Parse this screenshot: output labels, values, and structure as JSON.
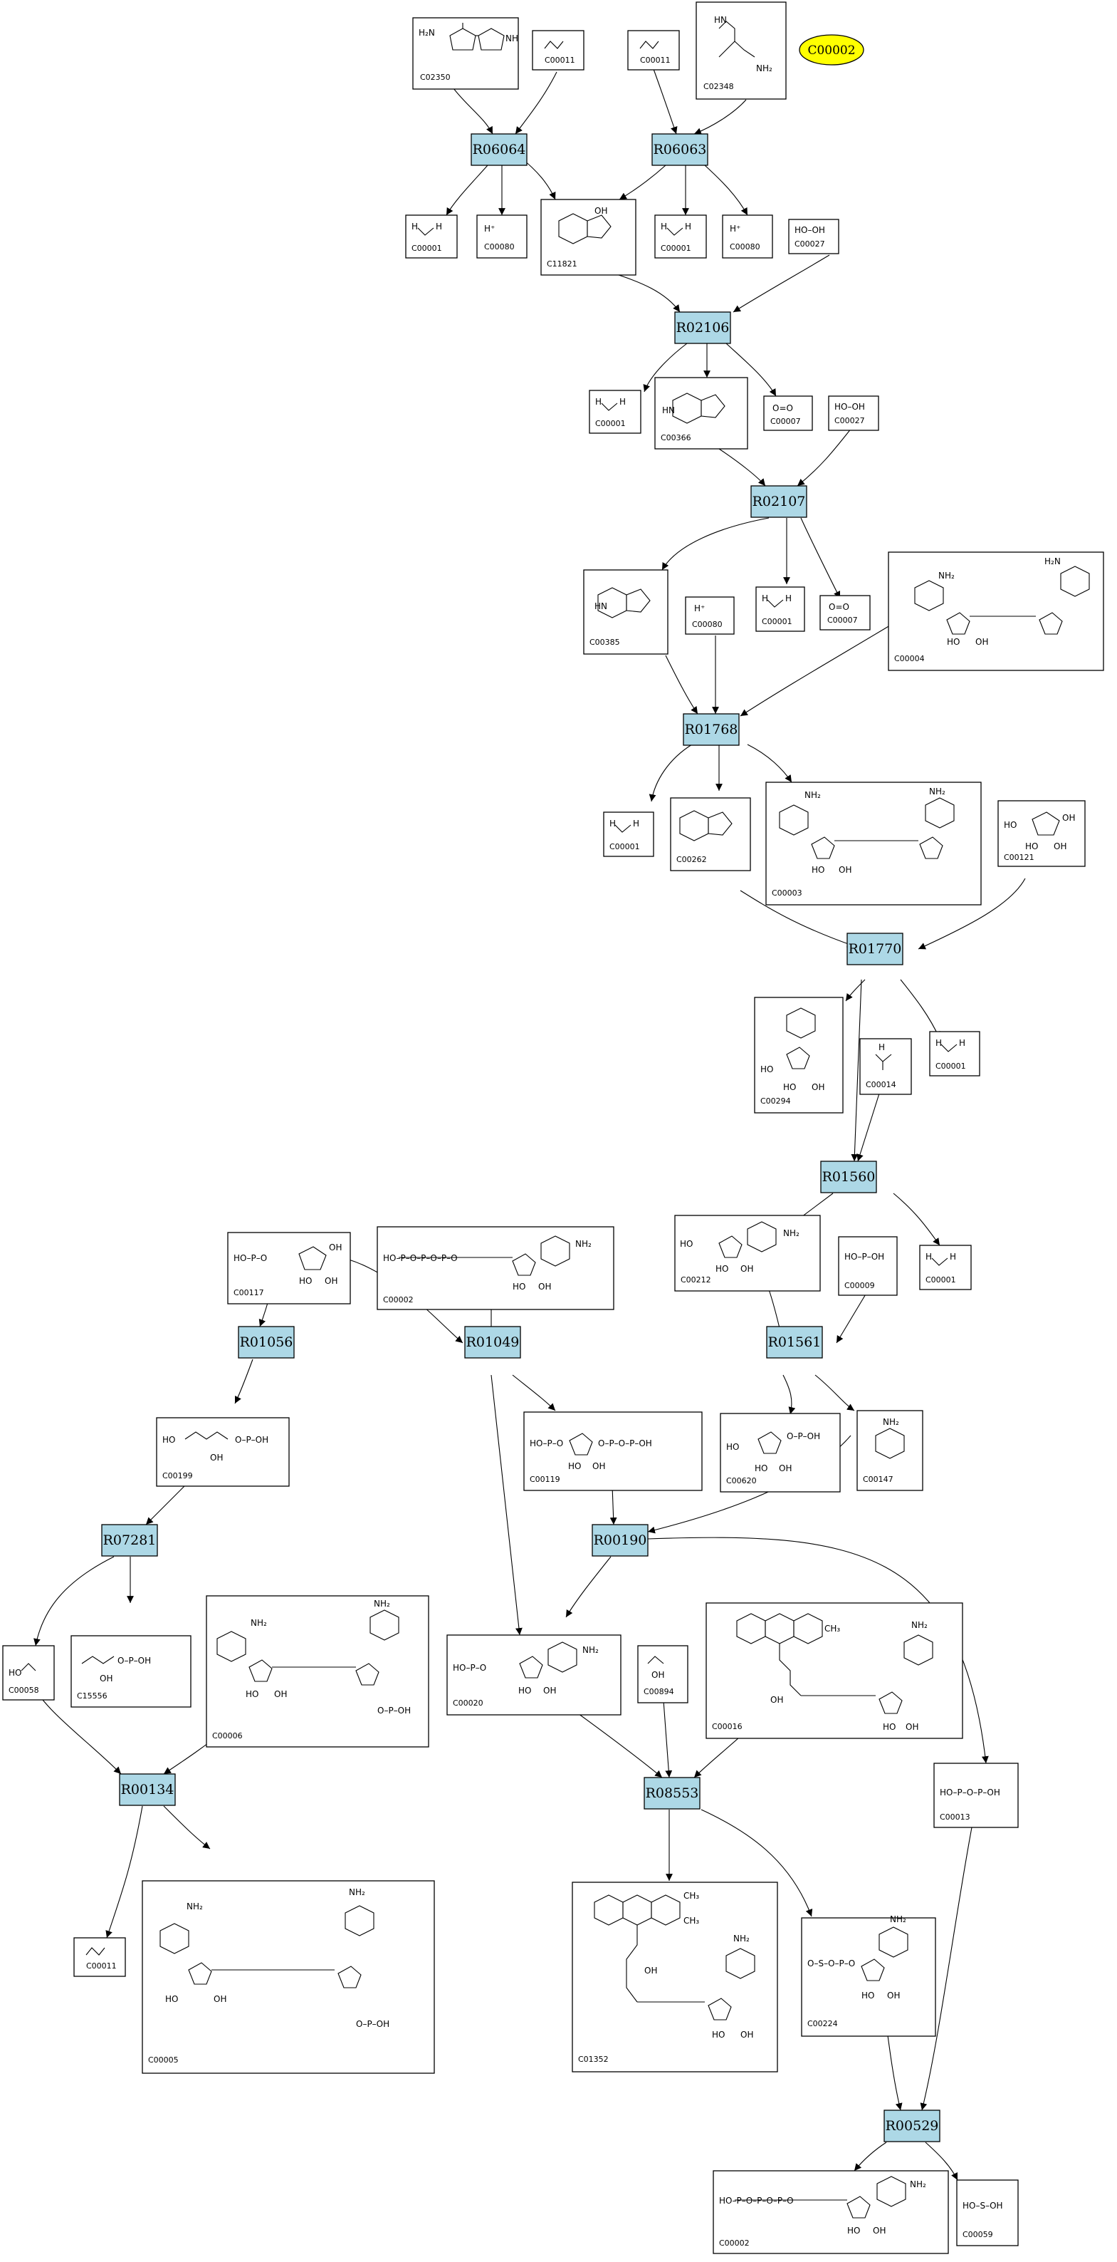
{
  "diagram": {
    "hub": {
      "id": "C00002",
      "color": "#ffff00"
    },
    "colors": {
      "reaction_fill": "#add8e6",
      "compound_fill": "#ffffff",
      "stroke": "#000000"
    },
    "reactions": [
      "R06064",
      "R06063",
      "R02106",
      "R02107",
      "R01768",
      "R01770",
      "R01560",
      "R01056",
      "R01049",
      "R01561",
      "R07281",
      "R00190",
      "R00134",
      "R08553",
      "R00529"
    ],
    "compounds": [
      {
        "key": "c02350",
        "id": "C02350"
      },
      {
        "key": "c00011a",
        "id": "C00011"
      },
      {
        "key": "c00011b",
        "id": "C00011"
      },
      {
        "key": "c02348",
        "id": "C02348"
      },
      {
        "key": "c00001a",
        "id": "C00001"
      },
      {
        "key": "c00080a",
        "id": "C00080"
      },
      {
        "key": "c11821",
        "id": "C11821"
      },
      {
        "key": "c00001b",
        "id": "C00001"
      },
      {
        "key": "c00080b",
        "id": "C00080"
      },
      {
        "key": "c00027a",
        "id": "C00027"
      },
      {
        "key": "c00001c",
        "id": "C00001"
      },
      {
        "key": "c00366",
        "id": "C00366"
      },
      {
        "key": "c00007a",
        "id": "C00007"
      },
      {
        "key": "c00027b",
        "id": "C00027"
      },
      {
        "key": "c00385",
        "id": "C00385"
      },
      {
        "key": "c00080c",
        "id": "C00080"
      },
      {
        "key": "c00001d",
        "id": "C00001"
      },
      {
        "key": "c00007b",
        "id": "C00007"
      },
      {
        "key": "c00004",
        "id": "C00004"
      },
      {
        "key": "c00001e",
        "id": "C00001"
      },
      {
        "key": "c00262",
        "id": "C00262"
      },
      {
        "key": "c00003",
        "id": "C00003"
      },
      {
        "key": "c00121",
        "id": "C00121"
      },
      {
        "key": "c00294",
        "id": "C00294"
      },
      {
        "key": "c00014",
        "id": "C00014"
      },
      {
        "key": "c00001f",
        "id": "C00001"
      },
      {
        "key": "c00117",
        "id": "C00117"
      },
      {
        "key": "c00002a",
        "id": "C00002"
      },
      {
        "key": "c00212",
        "id": "C00212"
      },
      {
        "key": "c00009",
        "id": "C00009"
      },
      {
        "key": "c00001g",
        "id": "C00001"
      },
      {
        "key": "c00199",
        "id": "C00199"
      },
      {
        "key": "c00119",
        "id": "C00119"
      },
      {
        "key": "c00620",
        "id": "C00620"
      },
      {
        "key": "c00147",
        "id": "C00147"
      },
      {
        "key": "c00058",
        "id": "C00058"
      },
      {
        "key": "c15556",
        "id": "C15556"
      },
      {
        "key": "c00006",
        "id": "C00006"
      },
      {
        "key": "c00020",
        "id": "C00020"
      },
      {
        "key": "c00894",
        "id": "C00894"
      },
      {
        "key": "c00016",
        "id": "C00016"
      },
      {
        "key": "c00013",
        "id": "C00013"
      },
      {
        "key": "c00011c",
        "id": "C00011"
      },
      {
        "key": "c00005",
        "id": "C00005"
      },
      {
        "key": "c01352",
        "id": "C01352"
      },
      {
        "key": "c00224",
        "id": "C00224"
      },
      {
        "key": "c00002b",
        "id": "C00002"
      },
      {
        "key": "c00059",
        "id": "C00059"
      }
    ]
  }
}
